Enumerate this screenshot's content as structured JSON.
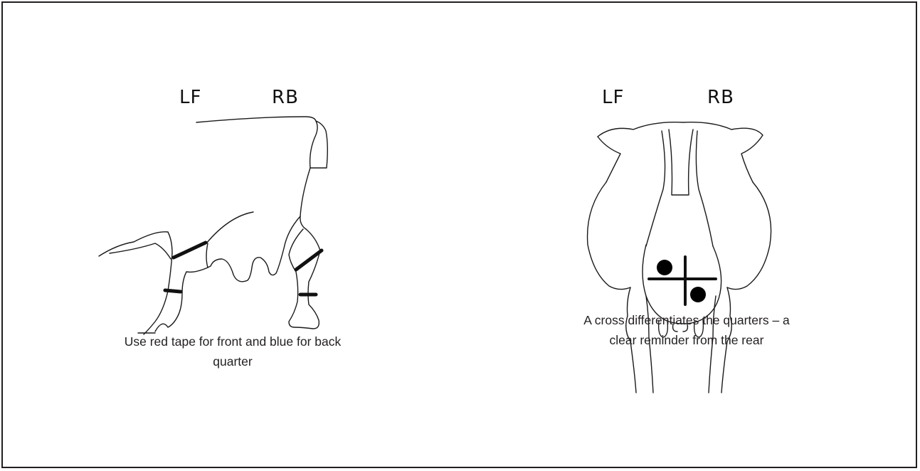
{
  "left_panel": {
    "label_lf": "LF",
    "label_rb": "RB",
    "caption_line1": "Use red tape for front and blue for back",
    "caption_line2": "quarter"
  },
  "right_panel": {
    "label_lf": "LF",
    "label_rb": "RB",
    "caption_line1": "A cross differentiates the quarters – a",
    "caption_line2": "clear reminder from the rear"
  },
  "colors": {
    "border": "#231f20",
    "ink": "#1a1a1a"
  }
}
